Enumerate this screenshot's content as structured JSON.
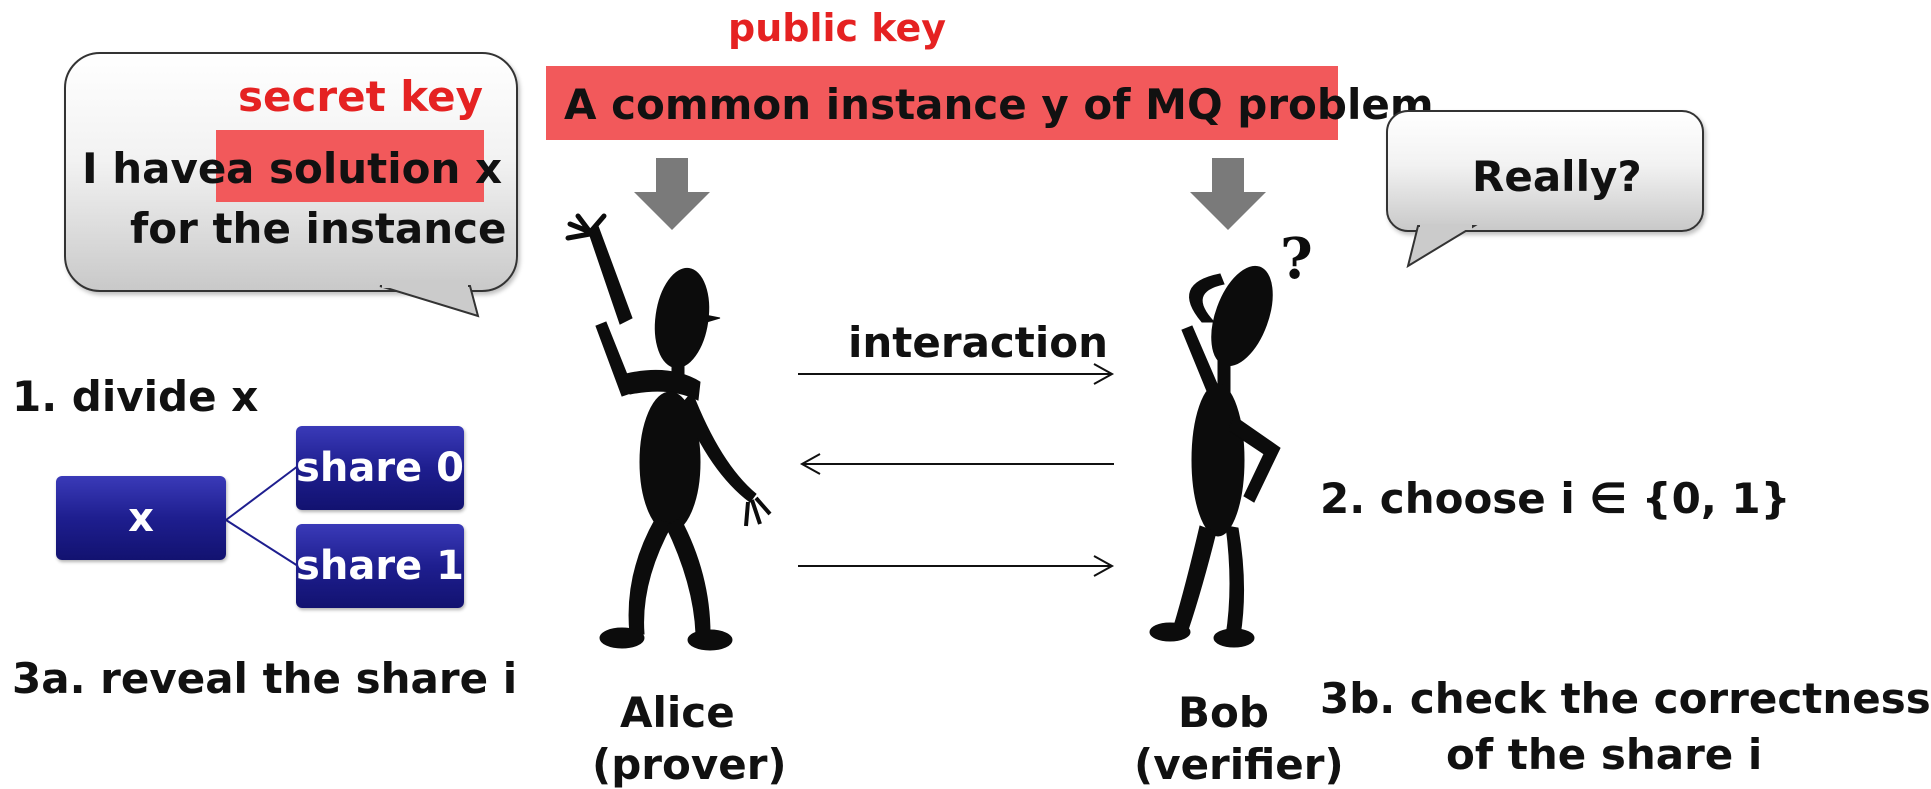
{
  "public_key": {
    "title": "public key",
    "instance": "A common instance y of MQ problem"
  },
  "alice_bubble": {
    "secret_key_label": "secret key",
    "line1_prefix": "I have",
    "line1_highlight": "a solution x",
    "line2": "for the instance"
  },
  "bob_bubble": {
    "text": "Really?"
  },
  "steps": {
    "divide": "1. divide x",
    "choose": "2. choose i ∈ {0, 1}",
    "reveal": "3a. reveal the share i",
    "check_line1": "3b. check the correctness",
    "check_line2": "of the share i"
  },
  "shares": {
    "x": "x",
    "share0": "share 0",
    "share1": "share 1"
  },
  "interaction": {
    "label": "interaction"
  },
  "alice": {
    "name": "Alice",
    "role": "(prover)"
  },
  "bob": {
    "name": "Bob",
    "role": "(verifier)"
  },
  "colors": {
    "highlight_red": "#f2595b",
    "label_red": "#e52222",
    "share_blue": "#1e1e8f",
    "arrow_gray": "#7a7a7a"
  }
}
